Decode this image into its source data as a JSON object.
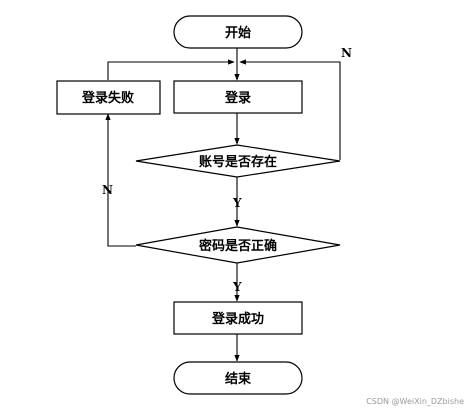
{
  "flowchart": {
    "start_label": "开始",
    "login_label": "登录",
    "login_fail_label": "登录失败",
    "account_check_label": "账号是否存在",
    "password_check_label": "密码是否正确",
    "login_success_label": "登录成功",
    "end_label": "结束",
    "yes_label": "Y",
    "no_label": "N"
  },
  "watermark": "CSDN @WeiXin_DZbishe"
}
